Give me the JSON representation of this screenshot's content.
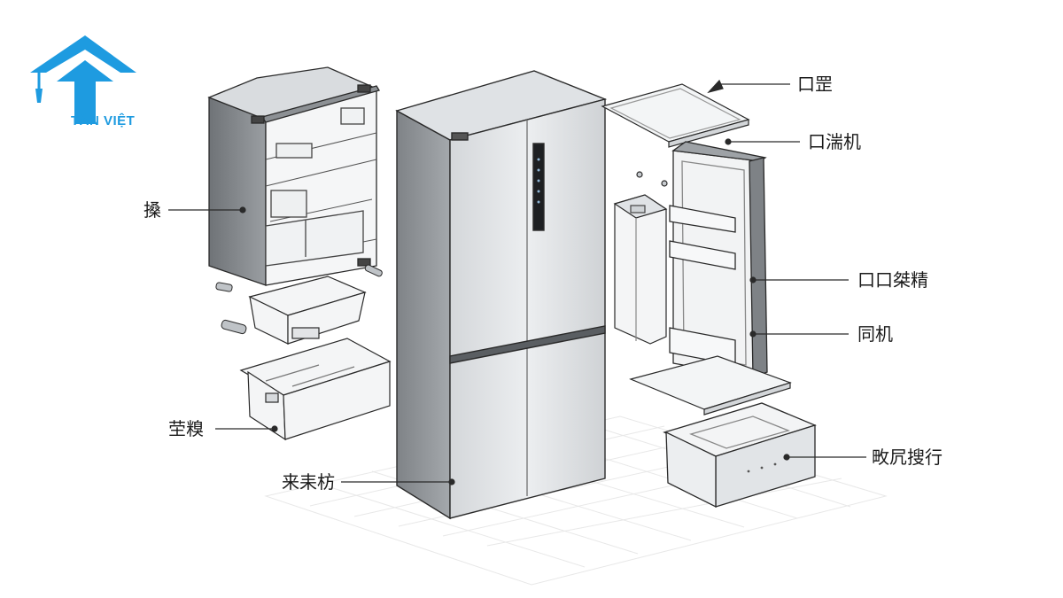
{
  "brand": {
    "name": "TÂN VIỆT",
    "color": "#1e9be0"
  },
  "labels": {
    "side_panel": "搡",
    "crisper_drawer": "茔糗",
    "main_body": "来耒枋",
    "top_glass": "口罡",
    "top_frame": "口湍机",
    "door_shelves": "口口桀精",
    "door_gasket": "同机",
    "freezer_drawer": "畋凥搜行"
  },
  "colors": {
    "line": "#2a2a2a",
    "steel_light": "#e4e6e8",
    "steel_mid": "#c4c8cc",
    "steel_dark": "#8c9094",
    "plastic": "#f2f4f5",
    "grid": "#e6e6e6"
  }
}
